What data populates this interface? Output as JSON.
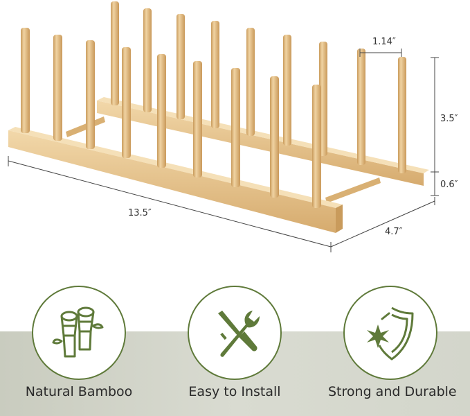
{
  "dimensions": {
    "length": "13.5″",
    "depth": "4.7″",
    "peg_height": "3.5″",
    "base_height": "0.6″",
    "peg_spacing": "1.14″"
  },
  "features": [
    {
      "label": "Natural Bamboo",
      "icon": "bamboo-icon"
    },
    {
      "label": "Easy to Install",
      "icon": "tools-icon"
    },
    {
      "label": "Strong and Durable",
      "icon": "shield-icon"
    }
  ],
  "colors": {
    "accent": "#5f7a3a",
    "bamboo": "#e2bf86",
    "band": "#d3d6cb"
  }
}
